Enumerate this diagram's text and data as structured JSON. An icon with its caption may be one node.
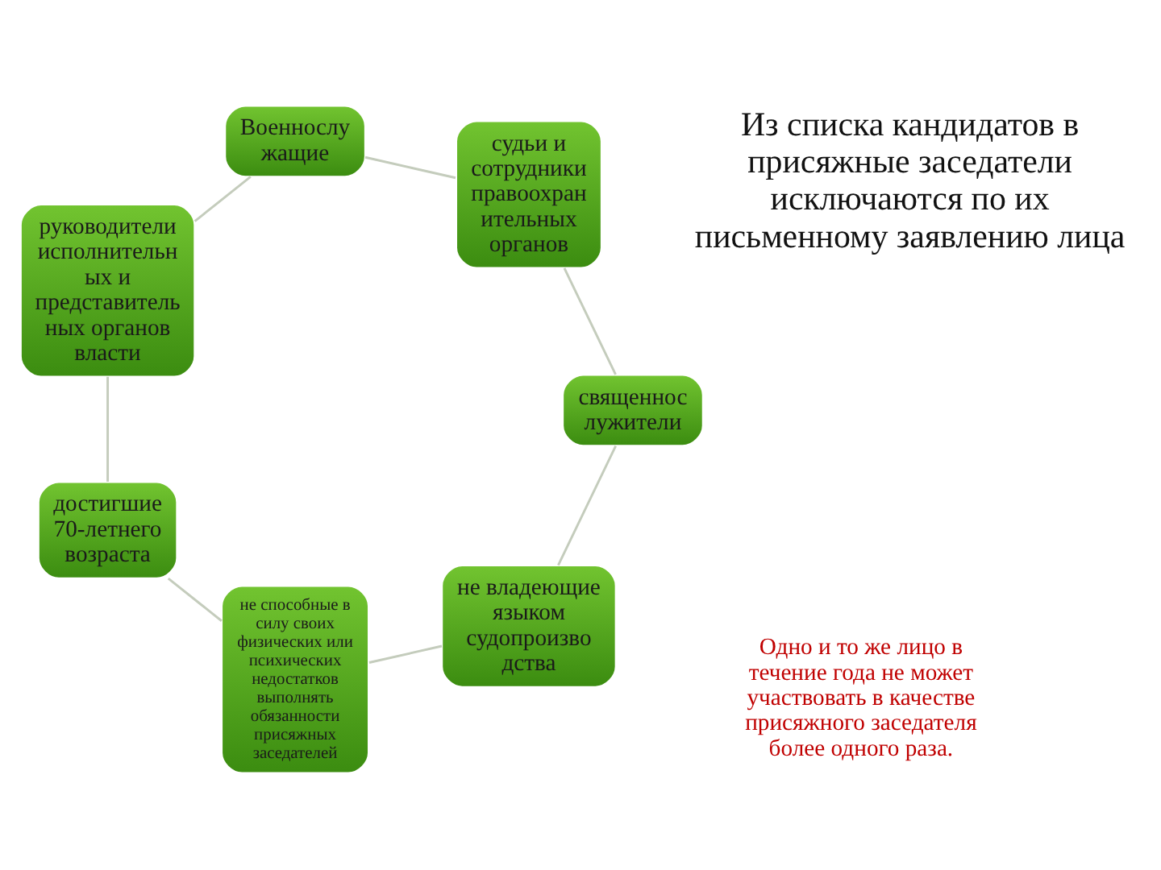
{
  "diagram": {
    "nodes": [
      {
        "text": [
          "не владеющие языком судопроизво дства"
        ]
      },
      {
        "text": [
          "не способные в силу своих физических или психических недостатков выполнять обязанности присяжных заседателей"
        ]
      },
      {
        "text": [
          "достигшие 70-летнего возраста"
        ]
      },
      {
        "text": [
          "руководители исполнительн ых и представитель ных органов власти"
        ]
      },
      {
        "text": [
          "Военнослу жащие"
        ]
      },
      {
        "text": [
          "судьи и сотрудники правоохран ительных органов"
        ]
      },
      {
        "text": [
          "священнос лужители"
        ]
      }
    ],
    "edges": [
      {
        "from": 0,
        "to": 1,
        "arrow": "none"
      },
      {
        "from": 1,
        "to": 2,
        "arrow": "none"
      },
      {
        "from": 2,
        "to": 3,
        "arrow": "none"
      },
      {
        "from": 3,
        "to": 4,
        "arrow": "none"
      },
      {
        "from": 4,
        "to": 5,
        "arrow": "none"
      },
      {
        "from": 5,
        "to": 6,
        "arrow": "none"
      },
      {
        "from": 6,
        "to": 0,
        "arrow": "none"
      }
    ],
    "labels": [
      "Из списка кандидатов в присяжные заседатели исключаются по их письменному заявлению лица",
      "Одно и то же лицо в течение года не может участвовать в качестве присяжного заседателя более одного раза."
    ]
  }
}
